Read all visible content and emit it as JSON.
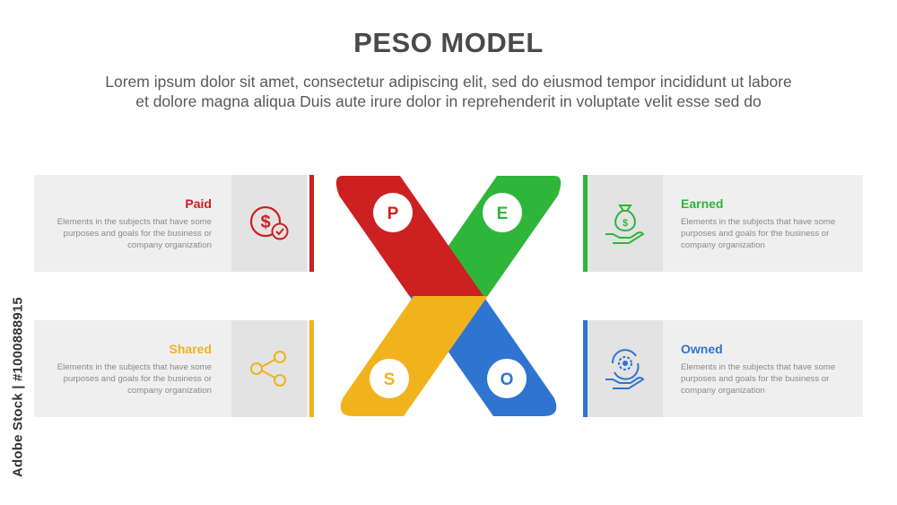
{
  "header": {
    "title": "PESO MODEL",
    "subtitle_line1": "Lorem ipsum dolor sit amet, consectetur adipiscing elit, sed do eiusmod tempor incididunt ut labore",
    "subtitle_line2": "et dolore magna aliqua Duis aute irure dolor in reprehenderit in voluptate velit esse sed do"
  },
  "items": [
    {
      "letter": "P",
      "heading": "Paid",
      "desc": "Elements in the subjects that have some purposes and goals for the business or company organization",
      "color": "#cc2021",
      "icon": "dollar-check-icon"
    },
    {
      "letter": "E",
      "heading": "Earned",
      "desc": "Elements in the subjects that have some purposes and goals for the business or company organization",
      "color": "#2fb53a",
      "icon": "money-bag-hand-icon"
    },
    {
      "letter": "S",
      "heading": "Shared",
      "desc": "Elements in the subjects that have some purposes and goals for the business or company organization",
      "color": "#f0b31d",
      "icon": "share-icon"
    },
    {
      "letter": "O",
      "heading": "Owned",
      "desc": "Elements in the subjects that have some purposes and goals for the business or company organization",
      "color": "#2f74d0",
      "icon": "gear-hand-icon"
    }
  ],
  "watermark": "Adobe Stock | #1000888915"
}
